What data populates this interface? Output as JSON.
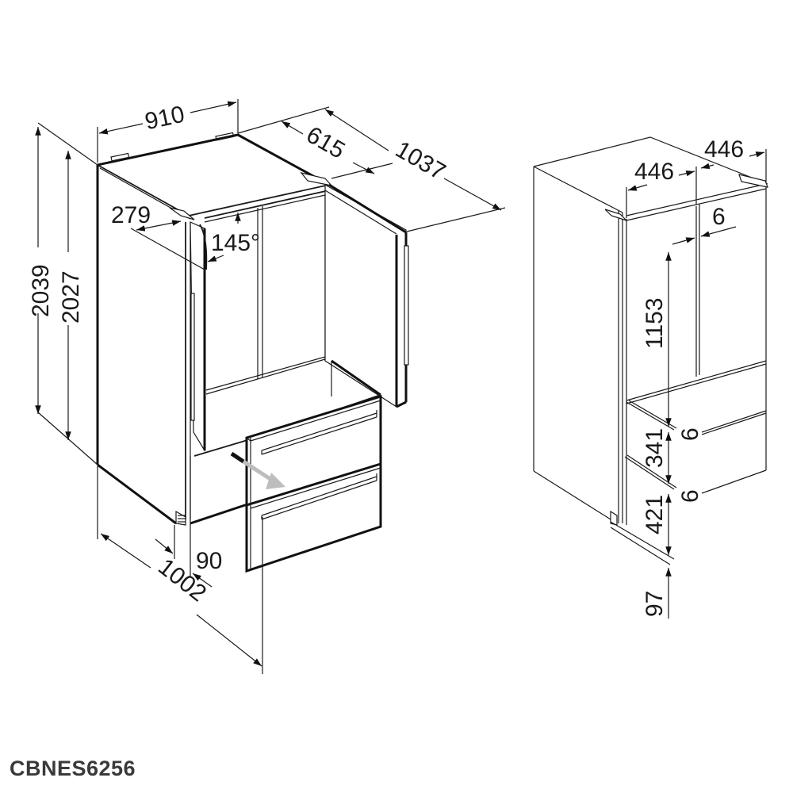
{
  "model_name": "CBNES6256",
  "main_view": {
    "dimensions": {
      "width_total": "910",
      "depth_body": "615",
      "depth_door_open": "1037",
      "door_swing_clearance": "279",
      "door_angle": "145°",
      "height_total": "2039",
      "height_body": "2027",
      "depth_drawer_open": "1002",
      "plinth_setback": "90"
    },
    "parts": [
      "cabinet",
      "left-door-open-145",
      "right-door-open",
      "upper-drawer",
      "lower-drawer",
      "pull-out-arrow"
    ]
  },
  "side_view": {
    "dimensions": {
      "door_width_left": "446",
      "door_width_right": "446",
      "door_gap": "6",
      "fridge_door_height": "1153",
      "gap_upper": "6",
      "upper_drawer_height": "341",
      "gap_lower": "6",
      "lower_drawer_height": "421",
      "plinth_height": "97"
    }
  },
  "colors": {
    "line": "#1a1a1a",
    "text": "#1a1a1a",
    "model_text": "#3a3a3a",
    "arrow_grey": "#bdbdbd",
    "background": "#ffffff"
  }
}
